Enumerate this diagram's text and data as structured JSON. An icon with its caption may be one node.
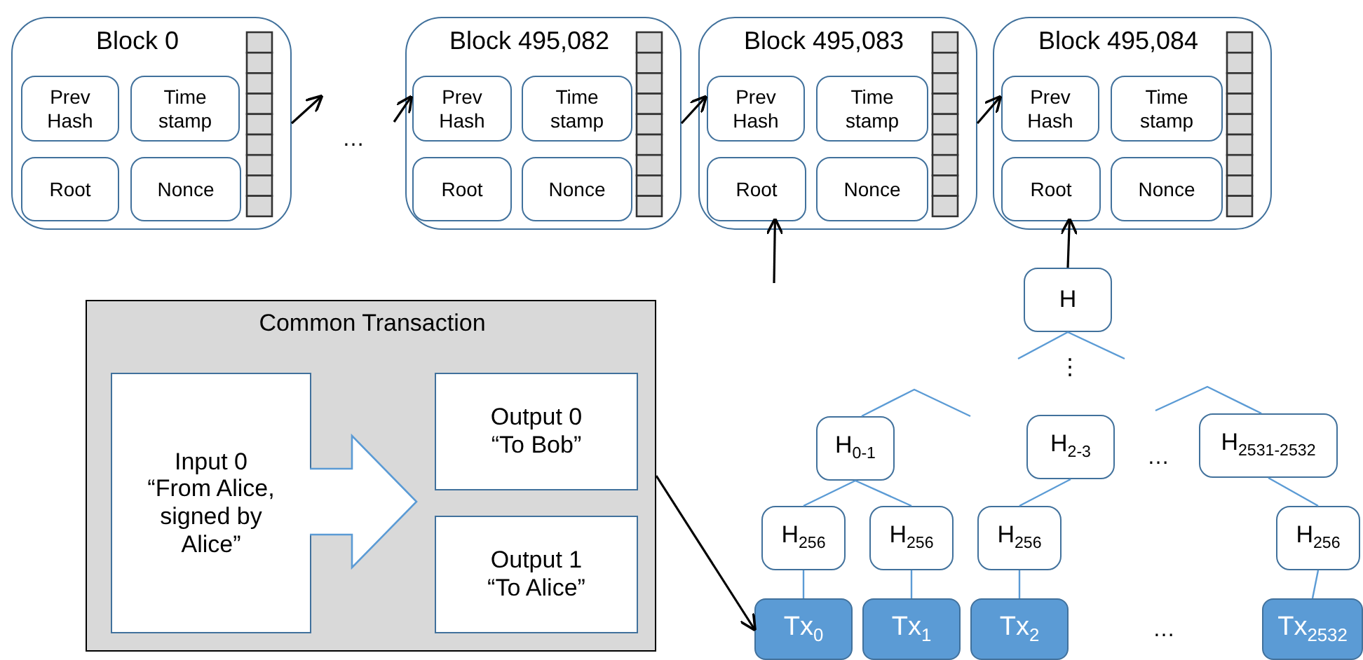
{
  "diagram": {
    "nodes": [
      {
        "text": [
          "Block 0"
        ]
      },
      {
        "text": [
          "Prev Hash"
        ],
        "in": 0
      },
      {
        "text": [
          "Time stamp"
        ],
        "in": 0
      },
      {
        "text": [
          "Root"
        ],
        "in": 0
      },
      {
        "text": [
          "Nonce"
        ],
        "in": 0
      },
      {
        "text": [
          "Block 495,082"
        ]
      },
      {
        "text": [
          "Prev Hash"
        ],
        "in": 5
      },
      {
        "text": [
          "Time stamp"
        ],
        "in": 5
      },
      {
        "text": [
          "Root"
        ],
        "in": 5
      },
      {
        "text": [
          "Nonce"
        ],
        "in": 5
      },
      {
        "text": [
          "Block 495,083"
        ]
      },
      {
        "text": [
          "Prev Hash"
        ],
        "in": 10
      },
      {
        "text": [
          "Time stamp"
        ],
        "in": 10
      },
      {
        "text": [
          "Root"
        ],
        "in": 10
      },
      {
        "text": [
          "Nonce"
        ],
        "in": 10
      },
      {
        "text": [
          "Block 495,084"
        ]
      },
      {
        "text": [
          "Prev Hash"
        ],
        "in": 15
      },
      {
        "text": [
          "Time stamp"
        ],
        "in": 15
      },
      {
        "text": [
          "Root"
        ],
        "in": 15
      },
      {
        "text": [
          "Nonce"
        ],
        "in": 15
      },
      {
        "text": [
          "Common Transaction"
        ]
      },
      {
        "text": [
          "Input 0",
          "“From Alice, signed by Alice”"
        ],
        "in": 20
      },
      {
        "text": [
          "Output 0",
          "“To Bob”"
        ],
        "in": 20
      },
      {
        "text": [
          "Output 1",
          "“To Alice”"
        ],
        "in": 20
      },
      {
        "text": [
          "H"
        ]
      },
      {
        "text": [
          "H$_{0-1}$"
        ]
      },
      {
        "text": [
          "H$_{2-3}$"
        ]
      },
      {
        "text": [
          "H$_{2531-2532}$"
        ]
      },
      {
        "text": [
          "H$_{256}$"
        ]
      },
      {
        "text": [
          "H$_{256}$"
        ]
      },
      {
        "text": [
          "H$_{256}$"
        ]
      },
      {
        "text": [
          "H$_{256}$"
        ]
      },
      {
        "text": [
          "Tx$_{0}$"
        ]
      },
      {
        "text": [
          "Tx$_{1}$"
        ]
      },
      {
        "text": [
          "Tx$_{2}$"
        ]
      },
      {
        "text": [
          "Tx$_{2532}$"
        ]
      }
    ],
    "edges": [
      {
        "from": 0,
        "to": null,
        "arrow": "to",
        "color": "#000000"
      },
      {
        "from": null,
        "to": 6,
        "arrow": "to",
        "color": "#000000"
      },
      {
        "from": 5,
        "to": 11,
        "arrow": "to",
        "color": "#000000"
      },
      {
        "from": 10,
        "to": 16,
        "arrow": "to",
        "color": "#000000"
      },
      {
        "from": null,
        "to": 13,
        "arrow": "to",
        "color": "#000000"
      },
      {
        "from": 21,
        "to": 22,
        "arrow": "to"
      },
      {
        "from": 21,
        "to": 23,
        "arrow": "to"
      },
      {
        "from": 24,
        "to": 18,
        "arrow": "to",
        "color": "#000000"
      },
      {
        "from": 24,
        "to": null,
        "arrow": "none"
      },
      {
        "from": 24,
        "to": null,
        "arrow": "none"
      },
      {
        "from": 25,
        "to": null,
        "arrow": "none"
      },
      {
        "from": 27,
        "to": null,
        "arrow": "none"
      },
      {
        "from": 25,
        "to": 28,
        "arrow": "none"
      },
      {
        "from": 25,
        "to": 29,
        "arrow": "none"
      },
      {
        "from": 26,
        "to": 30,
        "arrow": "none"
      },
      {
        "from": 27,
        "to": 31,
        "arrow": "none"
      },
      {
        "from": 20,
        "to": 32,
        "arrow": "to",
        "color": "#000000"
      },
      {
        "from": 28,
        "to": 32,
        "arrow": "none"
      },
      {
        "from": 29,
        "to": 33,
        "arrow": "none"
      },
      {
        "from": 30,
        "to": 34,
        "arrow": "none"
      },
      {
        "from": 31,
        "to": 35,
        "arrow": "none"
      }
    ],
    "labels": [
      "…",
      "⋮",
      "…",
      "…"
    ]
  }
}
